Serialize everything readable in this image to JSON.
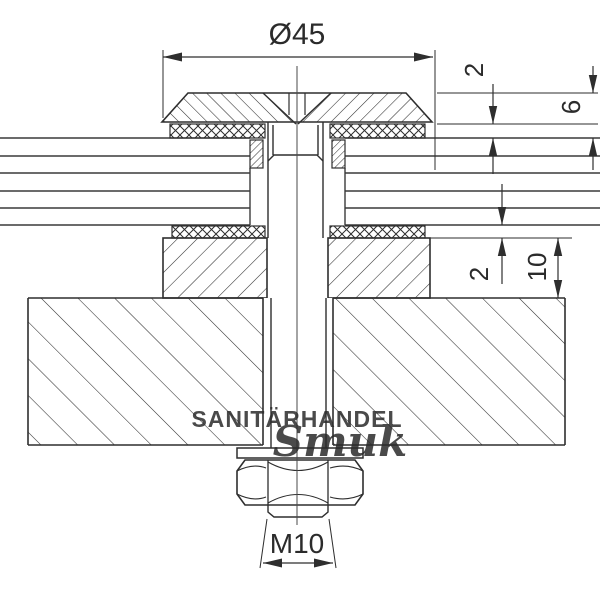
{
  "drawing": {
    "type": "technical-section-drawing",
    "subject": "countersunk point fixing / glass holder with M10 bolt and hex nut",
    "labels": {
      "diameter_top": "Ø45",
      "gasket_top_thickness": "2",
      "head_total_height": "6",
      "gasket_bottom_thickness": "2",
      "lower_disc_height": "10",
      "thread_size": "M10"
    },
    "colors": {
      "line": "#2e2e2e",
      "glass_line": "#3a3a3a",
      "watermark": "#5ea7d6",
      "background": "#ffffff"
    }
  },
  "watermark": {
    "line1": "SANITÄRHANDEL",
    "line2": "Smuk"
  }
}
